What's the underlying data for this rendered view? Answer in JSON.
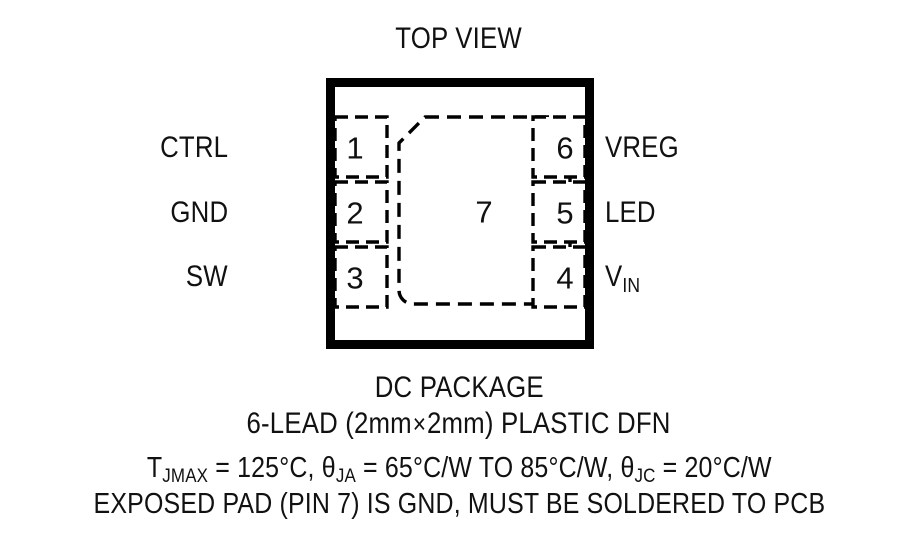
{
  "title": "TOP VIEW",
  "package_diagram": {
    "view": "TOP VIEW",
    "package_type": "DFN",
    "body_outline": "square",
    "exposed_pad": {
      "pin_number": "7",
      "label": "7",
      "shape": "rounded-rectangle-chamfered-top-left",
      "style": "dashed"
    },
    "pins_left": [
      {
        "number": "1",
        "name": "CTRL"
      },
      {
        "number": "2",
        "name": "GND"
      },
      {
        "number": "3",
        "name": "SW"
      }
    ],
    "pins_right": [
      {
        "number": "6",
        "name": "VREG"
      },
      {
        "number": "5",
        "name": "LED"
      },
      {
        "number": "4",
        "name": "V",
        "subscript": "IN"
      }
    ]
  },
  "caption": {
    "package_name": "DC PACKAGE",
    "lead_info_prefix": "6-LEAD (2mm",
    "lead_info_times": "×",
    "lead_info_suffix": "2mm) PLASTIC DFN",
    "thermal": {
      "tj_symbol": "T",
      "tj_sub": "JMAX",
      "tj_value": " = 125°C, ",
      "theta_ja_symbol": "θ",
      "theta_ja_sub": "JA",
      "theta_ja_value": " = 65°C/W TO 85°C/W, ",
      "theta_jc_symbol": "θ",
      "theta_jc_sub": "JC",
      "theta_jc_value": " = 20°C/W"
    },
    "exposed_pad_note": "EXPOSED PAD (PIN 7) IS GND, MUST BE SOLDERED TO PCB"
  },
  "colors": {
    "background": "#ffffff",
    "ink": "#111111",
    "outline": "#000000"
  }
}
